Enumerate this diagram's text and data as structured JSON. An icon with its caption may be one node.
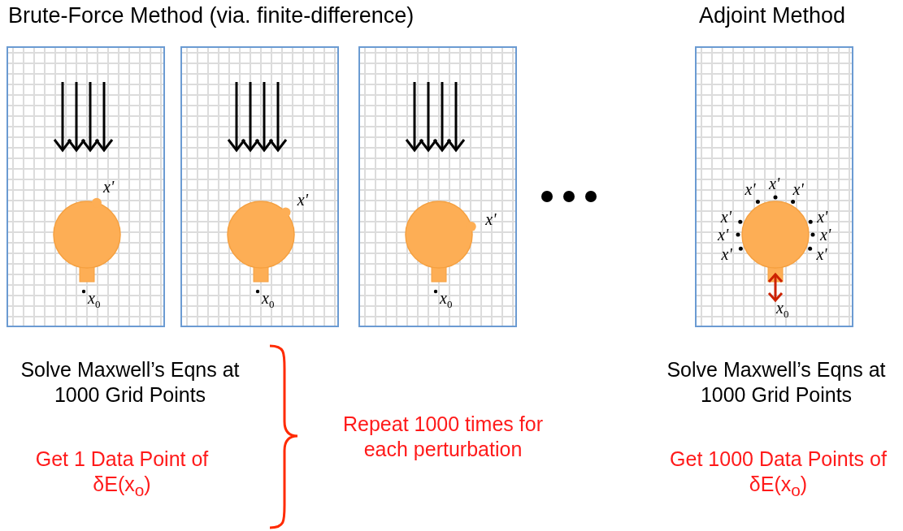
{
  "diagram": {
    "nodes": [
      {
        "text": [
          "x'",
          "x$_{0}$"
        ]
      },
      {
        "text": [
          "x'",
          "x$_{0}$"
        ]
      },
      {
        "text": [
          "x'",
          "x$_{0}$"
        ]
      },
      {
        "text": [
          "x'",
          "x'",
          "x'",
          "x'",
          "x'",
          "x'",
          "x'",
          "x'",
          "x'",
          "x$_{0}$"
        ]
      }
    ],
    "edges": [],
    "labels": [
      "Brute-Force Method (via. finite-difference)",
      "Adjoint Method",
      "Solve Maxwell’s Eqns at 1000 Grid Points",
      "Get 1 Data Point of δE(x$_{o}$)",
      "Repeat 1000 times for each perturbation",
      "Solve Maxwell’s Eqns at 1000 Grid Points",
      "Get 1000 Data Points of δE(x$_{o}$)"
    ]
  }
}
